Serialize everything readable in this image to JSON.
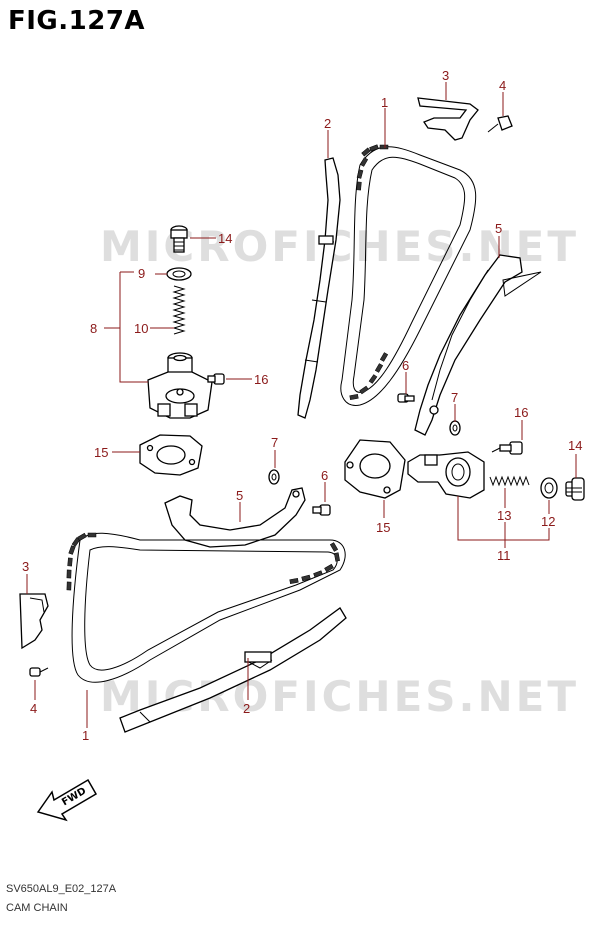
{
  "title": "FIG.127A",
  "watermark": "MICROFICHES.NET",
  "footer": {
    "code": "SV650AL9_E02_127A",
    "name": "CAM CHAIN"
  },
  "fwd_label": "FWD",
  "callouts": {
    "c1a": "1",
    "c1b": "1",
    "c2a": "2",
    "c2b": "2",
    "c3a": "3",
    "c3b": "3",
    "c4a": "4",
    "c4b": "4",
    "c5a": "5",
    "c5b": "5",
    "c6a": "6",
    "c6b": "6",
    "c7a": "7",
    "c7b": "7",
    "c8": "8",
    "c9": "9",
    "c10": "10",
    "c11": "11",
    "c12": "12",
    "c13": "13",
    "c14a": "14",
    "c14b": "14",
    "c15a": "15",
    "c15b": "15",
    "c16a": "16",
    "c16b": "16"
  },
  "colors": {
    "callout": "#8b1a1a",
    "line": "#000000",
    "watermark": "#a0a0a0"
  }
}
